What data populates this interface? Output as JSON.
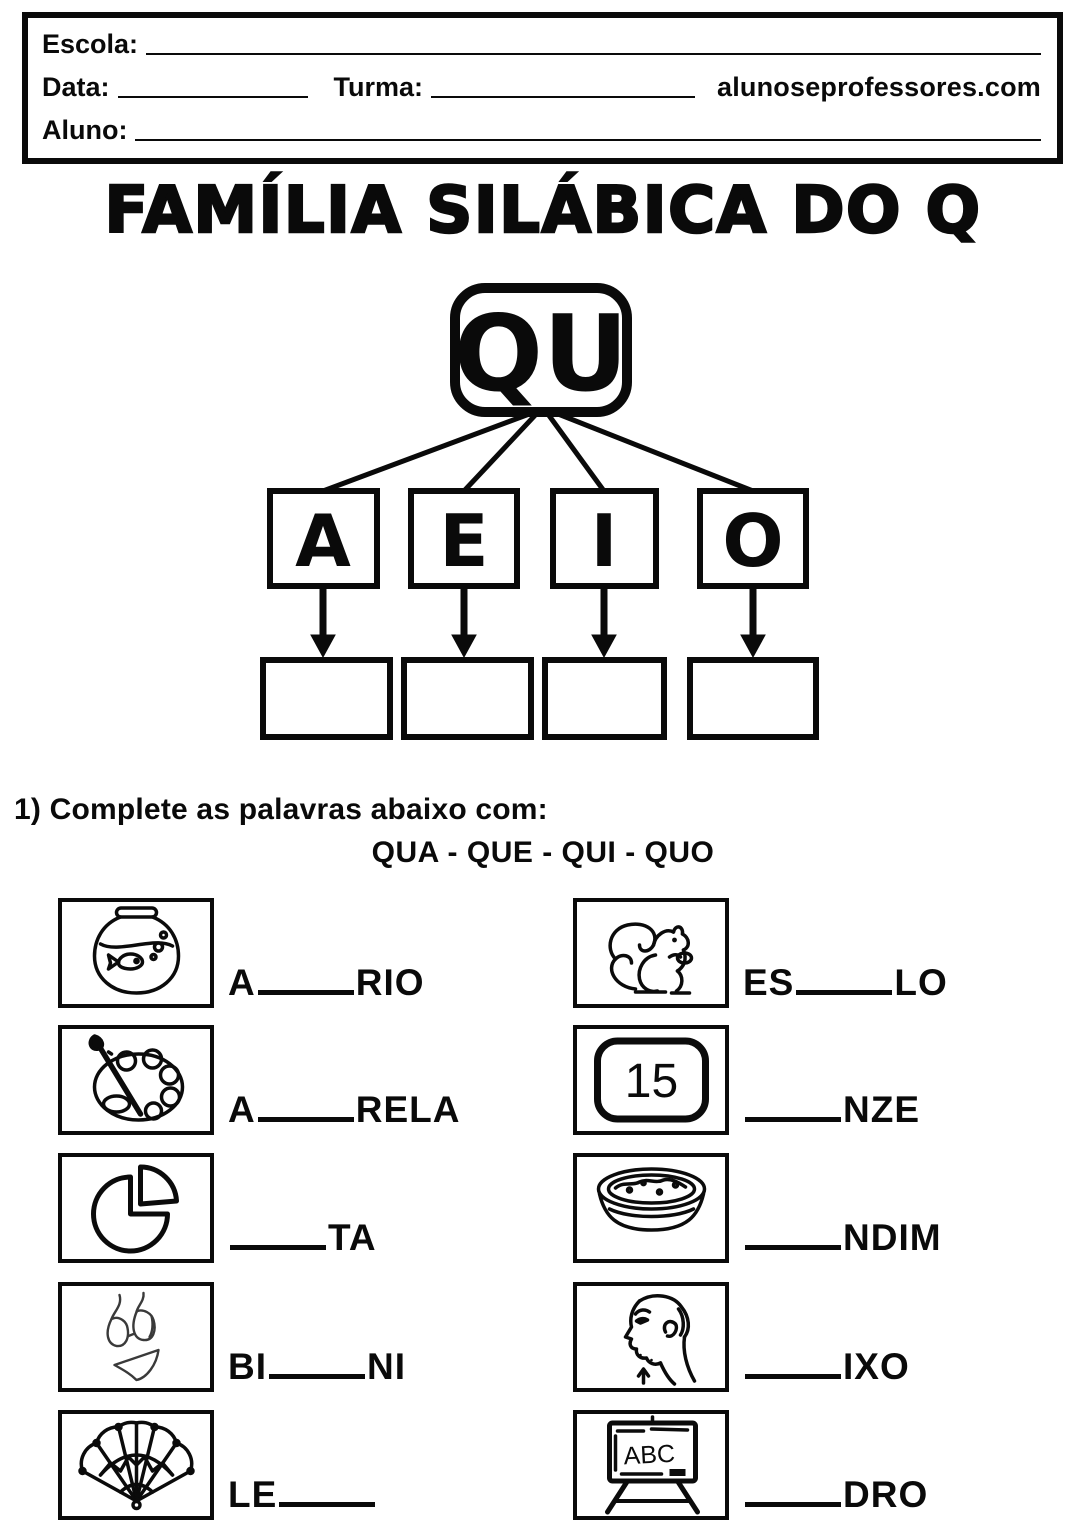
{
  "header": {
    "school_label": "Escola:",
    "date_label": "Data:",
    "class_label": "Turma:",
    "website": "alunoseprofessores.com",
    "student_label": "Aluno:"
  },
  "title": "FAMÍLIA SILÁBICA DO Q",
  "diagram": {
    "root": "QU",
    "vowels": [
      "A",
      "E",
      "I",
      "O"
    ]
  },
  "exercise": {
    "instruction": "1) Complete as palavras abaixo com:",
    "syllables": "QUA - QUE - QUI - QUO",
    "items_left": [
      {
        "icon": "fishbowl",
        "prefix": "A",
        "suffix": "RIO"
      },
      {
        "icon": "paint-palette",
        "prefix": "A",
        "suffix": "RELA"
      },
      {
        "icon": "pie-chart",
        "prefix": "",
        "suffix": "TA"
      },
      {
        "icon": "bikini",
        "prefix": "BI",
        "suffix": "NI"
      },
      {
        "icon": "hand-fan",
        "prefix": "LE",
        "suffix": ""
      }
    ],
    "items_right": [
      {
        "icon": "squirrel",
        "prefix": "ES",
        "suffix": "LO"
      },
      {
        "icon": "number-15",
        "prefix": "",
        "suffix": "NZE"
      },
      {
        "icon": "pudding-bowl",
        "prefix": "",
        "suffix": "NDIM"
      },
      {
        "icon": "chin-profile",
        "prefix": "",
        "suffix": "IXO"
      },
      {
        "icon": "chalkboard",
        "prefix": "",
        "suffix": "DRO"
      }
    ],
    "fifteen": "15",
    "board_text": "ABC"
  }
}
